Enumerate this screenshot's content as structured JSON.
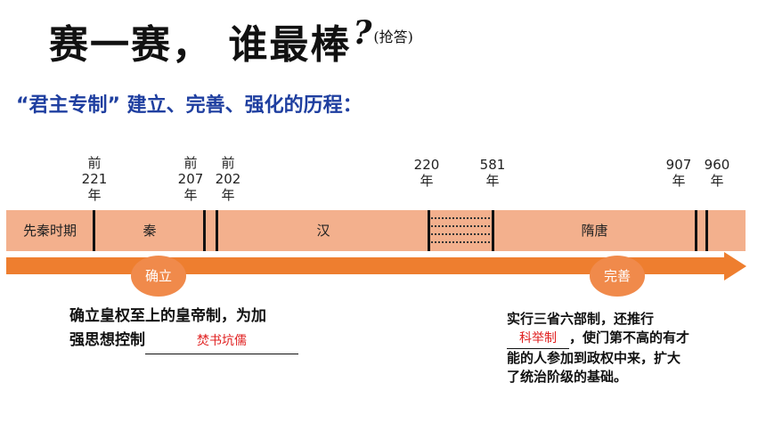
{
  "slide": {
    "title": "赛一赛， 谁最棒",
    "title_mark": "?",
    "title_note": "(抢答)",
    "subtitle": "“君主专制”  建立、完善、强化的历程："
  },
  "timeline": {
    "dates": [
      "前\n221\n年",
      "前\n207\n年",
      "前\n202\n年",
      "220\n年",
      "581\n年",
      "907\n年",
      "960\n年"
    ],
    "periods": [
      "先秦时期",
      "秦",
      "汉",
      "隋唐"
    ],
    "stages": [
      "确立",
      "完善"
    ]
  },
  "notes": {
    "left_line1": "确立皇权至上的皇帝制，为加",
    "left_line2": "强思想控制",
    "left_answer": "焚书坑儒",
    "right_line1": "实行三省六部制，还推行",
    "right_answer": "科举制",
    "right_line2": "，使门第不高的有才",
    "right_line3": "能的人参加到政权中来，扩大",
    "right_line4": "了统治阶级的基础。"
  },
  "colors": {
    "band": "#f3b08d",
    "arrow": "#ee7e2f",
    "circle": "#f08a4b",
    "subtitle": "#1f3fa0",
    "answer": "#e02020"
  }
}
